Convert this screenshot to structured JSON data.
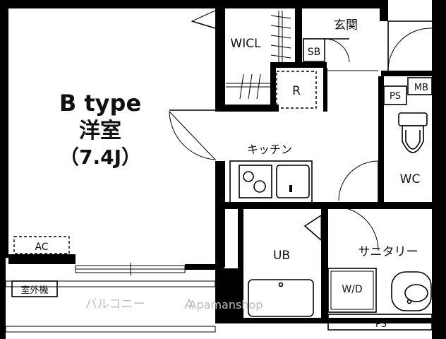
{
  "plan": {
    "room_type": "B type",
    "room_name": "洋室",
    "room_size": "（7.4J）",
    "labels": {
      "wicl": "WICL",
      "entrance": "玄関",
      "sb": "SB",
      "r": "R",
      "ps_top": "PS",
      "mb": "MB",
      "kitchen": "キッチン",
      "wc": "WC",
      "ac": "AC",
      "ub": "UB",
      "sanitary": "サニタリー",
      "outdoor_unit": "室外機",
      "balcony": "バルコニー",
      "wd": "W/D",
      "ps_bottom": "PS"
    },
    "watermark": "Apamanshop"
  }
}
